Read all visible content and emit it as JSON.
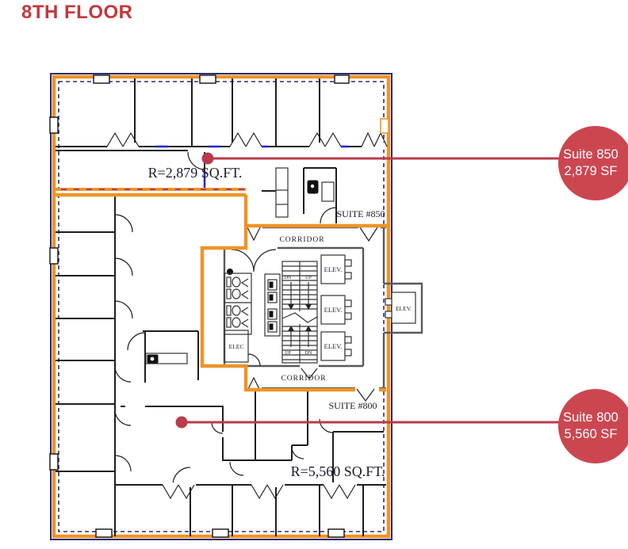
{
  "header": {
    "title": "8TH FLOOR"
  },
  "colors": {
    "title_red": "#C4373C",
    "callout_red": "#CC4650",
    "leader_red": "#B93B4C",
    "suite_orange": "#EE9428",
    "outline_navy": "#2B2A72",
    "demising_red": "#C23A2A",
    "wall_black": "#1E1E1E",
    "core_gray": "#595959",
    "door_blue": "#2929CC",
    "label_color": "#1B1B2E",
    "callout_text": "#FFFFFF"
  },
  "callouts": [
    {
      "suite": "Suite 850",
      "area": "2,879 SF"
    },
    {
      "suite": "Suite 800",
      "area": "5,560 SF"
    }
  ],
  "plan_labels": {
    "suite850_area": "R=2,879 SQ.FT.",
    "suite800_area": "R=5,560 SQ.FT.",
    "suite850_name": "SUITE #850",
    "suite800_name": "SUITE #800",
    "corridor": "CORRIDOR",
    "elev": "ELEV.",
    "elec": "ELEC",
    "dn": "DN",
    "up": "UP"
  }
}
